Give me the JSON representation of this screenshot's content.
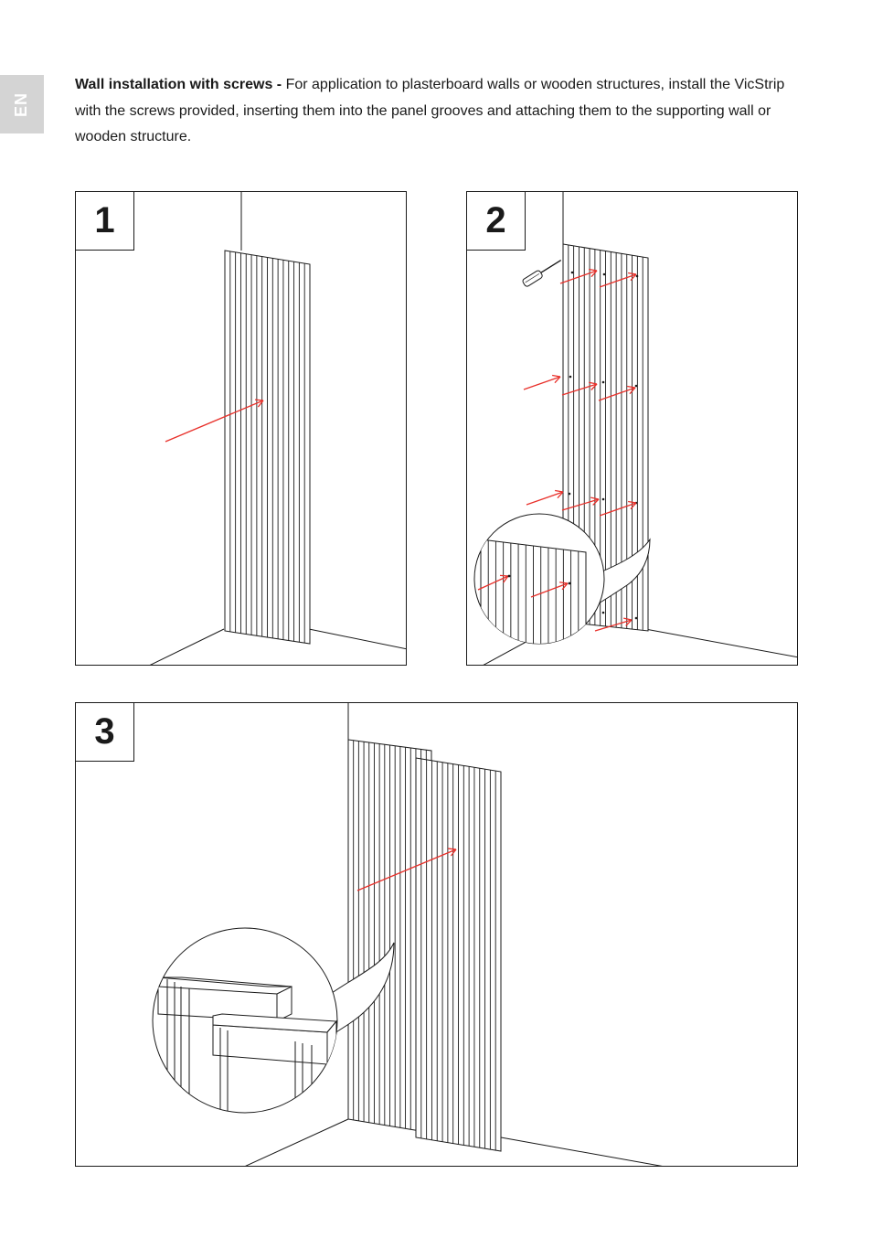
{
  "language_tab": "EN",
  "intro": {
    "heading": "Wall installation  with screws -",
    "body": " For application to plasterboard walls or wooden structures, install the VicStrip with the screws provided, inserting them into the panel grooves and attaching them to the supporting wall or wooden structure."
  },
  "steps": [
    {
      "number": "1"
    },
    {
      "number": "2"
    },
    {
      "number": "3"
    }
  ],
  "colors": {
    "arrow": "#e8302a",
    "line": "#1a1a1a",
    "tab": "#d4d4d4"
  }
}
